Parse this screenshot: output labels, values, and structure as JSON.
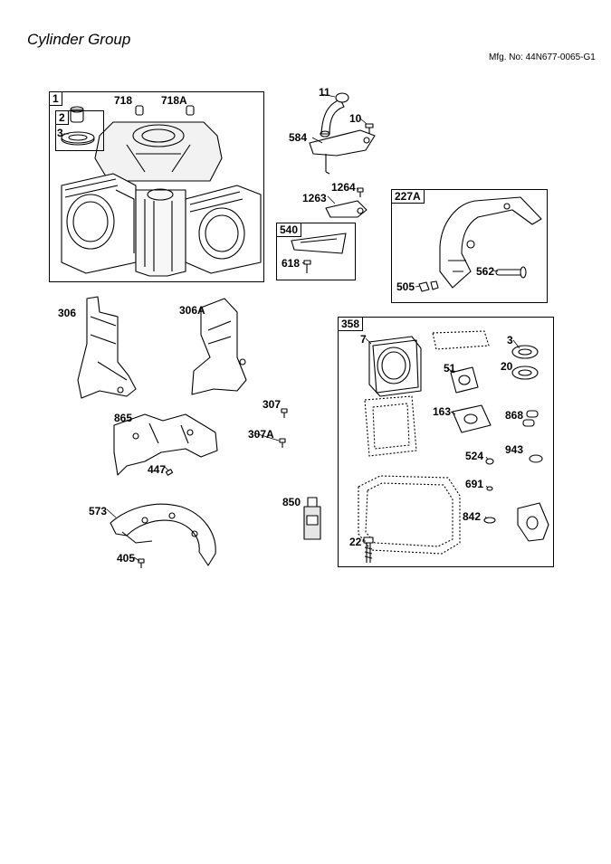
{
  "header": {
    "title": "Cylinder Group",
    "mfg_no": "Mfg. No: 44N677-0065-G1"
  },
  "boxes": {
    "b1": "1",
    "b2": "2",
    "b540": "540",
    "b227a": "227A",
    "b358": "358"
  },
  "labels": {
    "l718": "718",
    "l718a": "718A",
    "l3a": "3",
    "l11": "11",
    "l10": "10",
    "l584": "584",
    "l1264": "1264",
    "l1263": "1263",
    "l618": "618",
    "l505": "505",
    "l562": "562",
    "l306": "306",
    "l306a": "306A",
    "l307": "307",
    "l307a": "307A",
    "l865": "865",
    "l447": "447",
    "l573": "573",
    "l405": "405",
    "l850": "850",
    "l7": "7",
    "l3b": "3",
    "l51": "51",
    "l20": "20",
    "l163": "163",
    "l868": "868",
    "l524": "524",
    "l943": "943",
    "l691": "691",
    "l842": "842",
    "l22": "22"
  },
  "colors": {
    "line": "#000000",
    "fill": "#ffffff",
    "shade": "#d9d9d9"
  }
}
